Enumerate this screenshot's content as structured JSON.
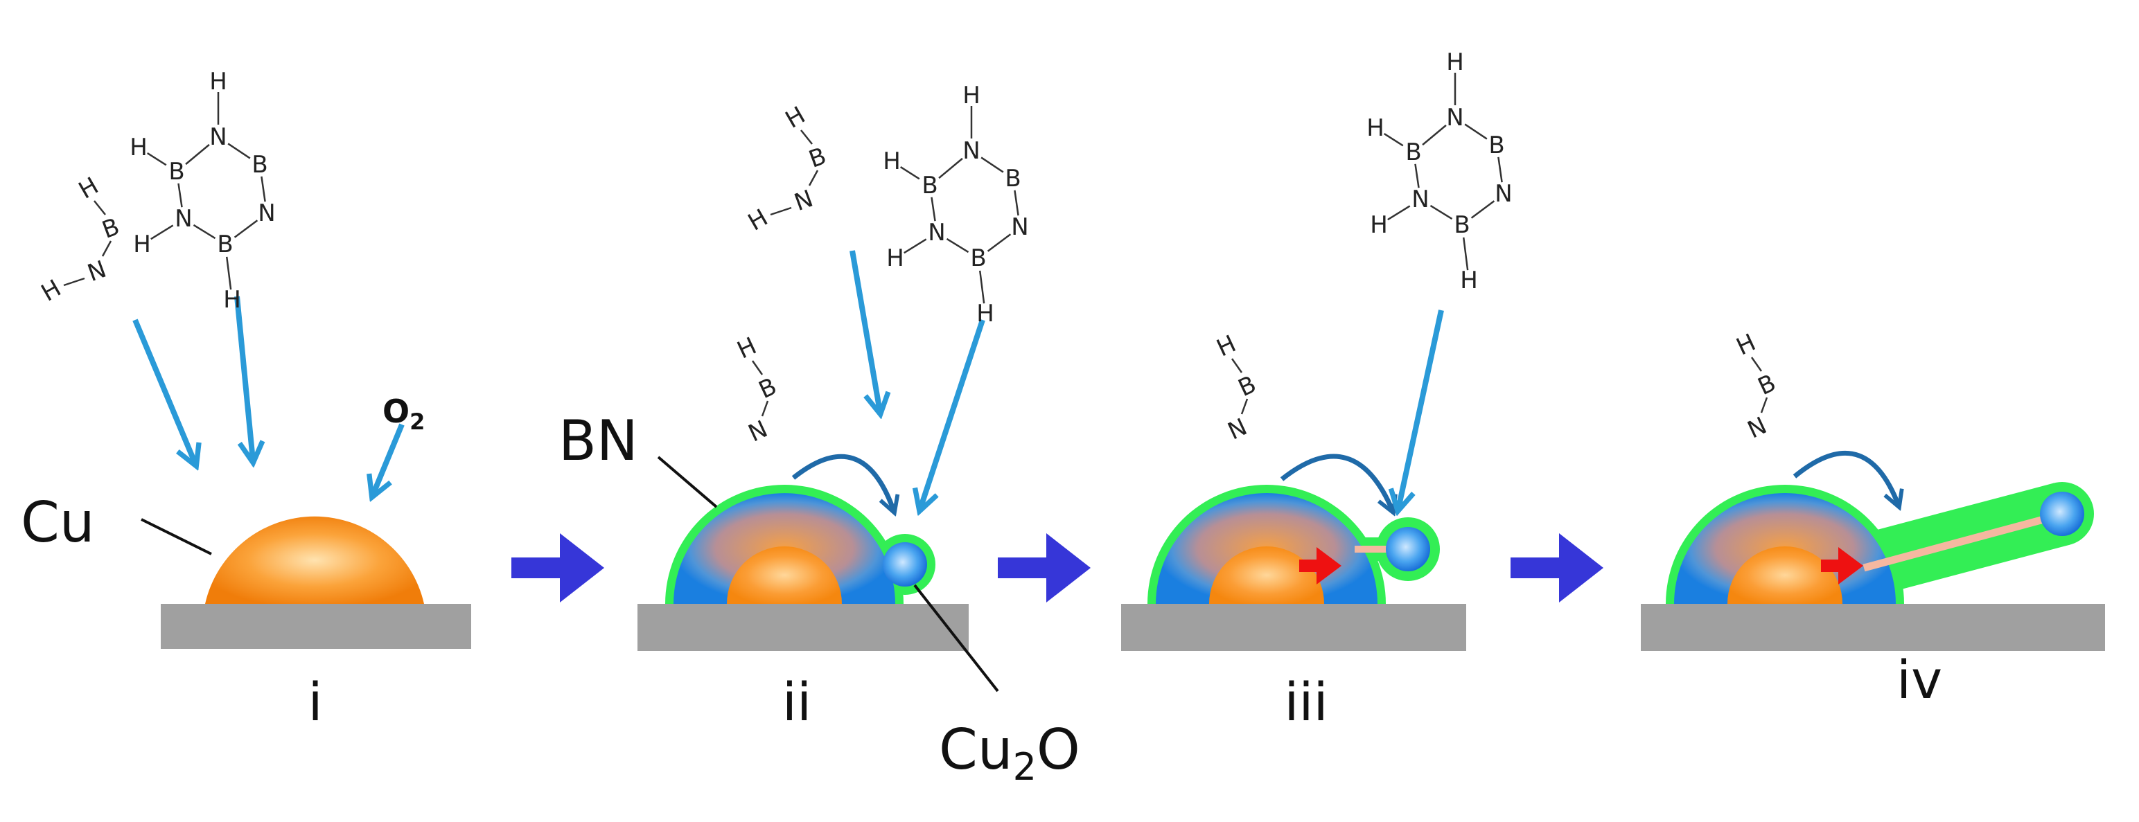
{
  "labels": {
    "cu": "Cu",
    "bn": "BN",
    "o2": {
      "main": "O",
      "sub": "2"
    },
    "cu2o": {
      "main": "Cu",
      "sub": "2",
      "tail": "O"
    },
    "stages": [
      "i",
      "ii",
      "iii",
      "iv"
    ]
  },
  "atoms": {
    "h": "H",
    "b": "B",
    "n": "N"
  },
  "colors": {
    "substrate": "#a0a0a0",
    "copper_light": "#ffd79a",
    "copper_dark": "#f07d0a",
    "oxide": "#1a7fe0",
    "bn_coating": "#33ee55",
    "molecule_arrow": "#2a9ad8",
    "curved_arrow": "#1f6aa8",
    "step_arrow": "#3636d8",
    "nucleation_arrow": "#ee1111",
    "nanotube_core": "#f5b8a0"
  }
}
